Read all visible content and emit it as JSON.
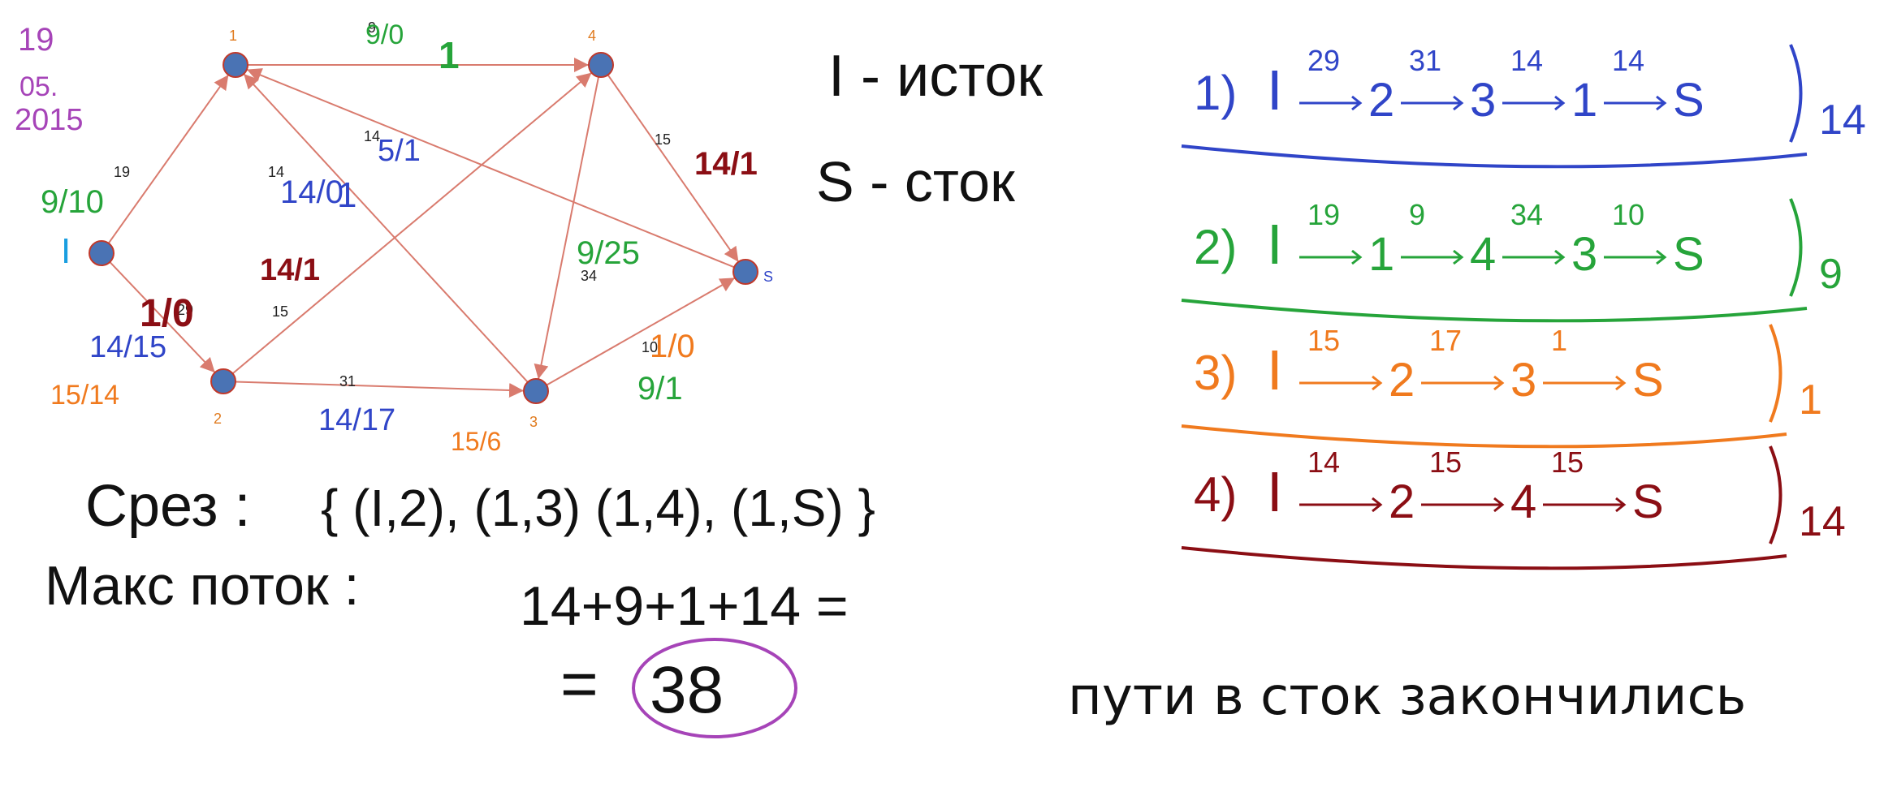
{
  "colors": {
    "node_fill": "#4a73b4",
    "node_stroke": "#c0392b",
    "edge": "#d97b6e",
    "num_label": "#222222",
    "node_label": "#e07b1f",
    "purple": "#a644b8",
    "green": "#26a43a",
    "blue": "#3045c8",
    "cyan": "#1a9ee0",
    "orange": "#f07a1e",
    "darkred": "#8b0e14",
    "black": "#111111"
  },
  "date": {
    "line1": "19",
    "line2": "05.",
    "line3": "2015"
  },
  "graph": {
    "nodes": [
      {
        "id": "1",
        "label": "1"
      },
      {
        "id": "4",
        "label": "4"
      },
      {
        "id": "I",
        "label": "I"
      },
      {
        "id": "2",
        "label": "2"
      },
      {
        "id": "3",
        "label": "3"
      },
      {
        "id": "S",
        "label": "S"
      }
    ],
    "edges": [
      {
        "from": "1",
        "to": "4",
        "capacity": "9"
      },
      {
        "from": "I",
        "to": "1",
        "capacity": "19"
      },
      {
        "from": "I",
        "to": "2",
        "capacity": "29"
      },
      {
        "from": "3",
        "to": "1",
        "capacity": "14"
      },
      {
        "from": "S",
        "to": "1",
        "capacity": "14"
      },
      {
        "from": "2",
        "to": "4",
        "capacity": "15"
      },
      {
        "from": "4",
        "to": "S",
        "capacity": "15"
      },
      {
        "from": "4",
        "to": "3",
        "capacity": "34"
      },
      {
        "from": "2",
        "to": "3",
        "capacity": "31"
      },
      {
        "from": "3",
        "to": "S",
        "capacity": "10"
      }
    ],
    "flow_annotations": {
      "e14": "9/0",
      "e14_extra": "1",
      "eI1": "9/10",
      "e31": "14/0",
      "e31_extra": "1",
      "eS1": "5/1",
      "e24": "14/1",
      "e4S": "14/1",
      "e43": "9/25",
      "eI2_red": "1/0",
      "eI2_blue": "14/15",
      "eI2_orange": "15/14",
      "e23_blue": "14/17",
      "e23_orange": "15/6",
      "e3S_orange": "1/0",
      "e3S_green": "9/1"
    }
  },
  "legend": {
    "source": "I - исток",
    "sink": "S - сток"
  },
  "paths": [
    {
      "num": "1)",
      "nodes": [
        "I",
        "2",
        "3",
        "1",
        "S"
      ],
      "caps": [
        "29",
        "31",
        "14",
        "14"
      ],
      "result": "14"
    },
    {
      "num": "2)",
      "nodes": [
        "I",
        "1",
        "4",
        "3",
        "S"
      ],
      "caps": [
        "19",
        "9",
        "34",
        "10"
      ],
      "result": "9"
    },
    {
      "num": "3)",
      "nodes": [
        "I",
        "2",
        "3",
        "S"
      ],
      "caps": [
        "15",
        "17",
        "1"
      ],
      "result": "1"
    },
    {
      "num": "4)",
      "nodes": [
        "I",
        "2",
        "4",
        "S"
      ],
      "caps": [
        "14",
        "15",
        "15"
      ],
      "result": "14"
    }
  ],
  "cut": {
    "label": "Срез :",
    "set": "{ (I,2), (1,3) (1,4), (1,S) }"
  },
  "maxflow": {
    "label": "Макс поток :",
    "expr": "14+9+1+14 =",
    "eq": "=",
    "result": "38"
  },
  "footer": "пути в сток закончились"
}
